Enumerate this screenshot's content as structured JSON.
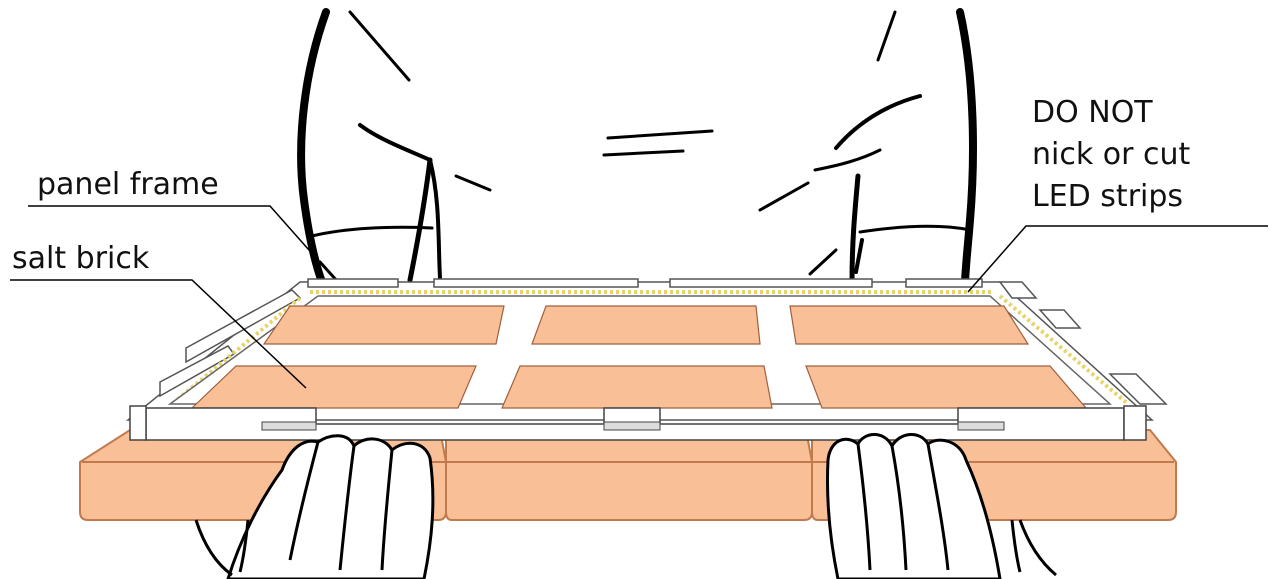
{
  "labels": {
    "panel_frame": "panel frame",
    "salt_brick": "salt brick",
    "warning": [
      "DO NOT",
      "nick or cut",
      "LED strips"
    ]
  },
  "colors": {
    "brick_fill": "#f9bf96",
    "brick_stroke": "#c07a4e",
    "frame_fill": "#ffffff",
    "frame_stroke": "#555555",
    "led_strip": "#f2e8a8",
    "outline": "#000000"
  },
  "icons": [
    "hands-icon",
    "arms-icon",
    "led-strip-icon"
  ]
}
